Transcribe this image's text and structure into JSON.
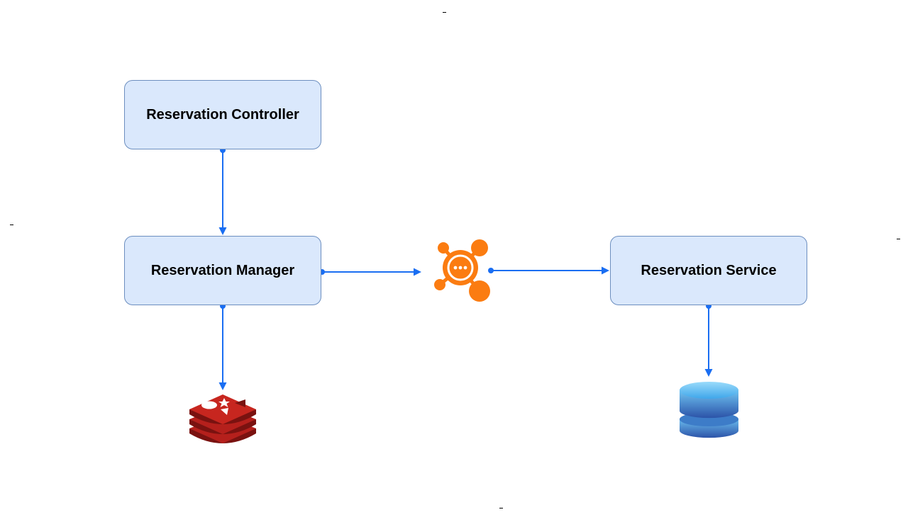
{
  "nodes": {
    "controller": {
      "label": "Reservation Controller"
    },
    "manager": {
      "label": "Reservation Manager"
    },
    "service": {
      "label": "Reservation Service"
    }
  },
  "icons": {
    "message_broker": "message-broker-icon",
    "cache": "redis-icon",
    "database": "database-icon"
  },
  "colors": {
    "node_fill": "#dae8fc",
    "node_stroke": "#6c8ebf",
    "edge": "#1a6ef2",
    "broker": "#fb7c11",
    "redis": "#b5201c",
    "database": "#2c53a8"
  },
  "edges": [
    {
      "from": "controller",
      "to": "manager"
    },
    {
      "from": "manager",
      "to": "message_broker"
    },
    {
      "from": "message_broker",
      "to": "service"
    },
    {
      "from": "manager",
      "to": "cache"
    },
    {
      "from": "service",
      "to": "database"
    }
  ]
}
